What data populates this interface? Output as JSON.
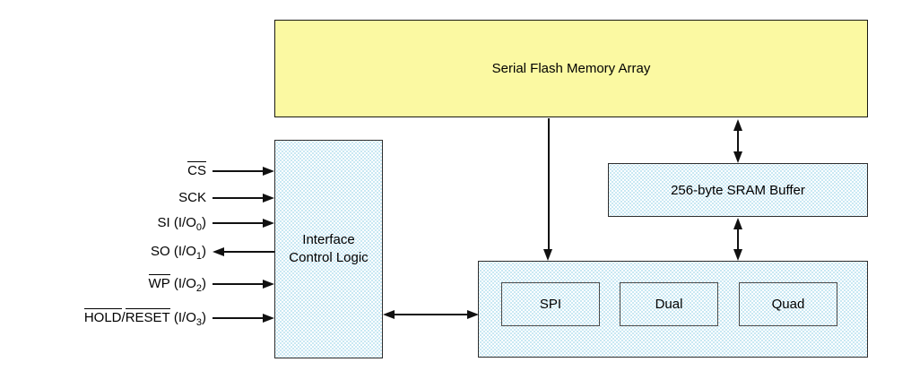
{
  "diagram": {
    "memory_box": {
      "label": "Serial Flash Memory Array"
    },
    "interface_box": {
      "line1": "Interface",
      "line2": "Control Logic"
    },
    "sram_box": {
      "label": "256-byte SRAM Buffer"
    },
    "io_box": {
      "modes": [
        "SPI",
        "Dual",
        "Quad"
      ]
    }
  },
  "signals": [
    {
      "direction": "input",
      "parts": [
        {
          "t": "CS",
          "ov": true
        }
      ]
    },
    {
      "direction": "input",
      "parts": [
        {
          "t": "SCK"
        }
      ]
    },
    {
      "direction": "input",
      "parts": [
        {
          "t": "SI (I/O"
        },
        {
          "t": "0",
          "sub": true
        },
        {
          "t": ")"
        }
      ]
    },
    {
      "direction": "output",
      "parts": [
        {
          "t": "SO (I/O"
        },
        {
          "t": "1",
          "sub": true
        },
        {
          "t": ")"
        }
      ]
    },
    {
      "direction": "input",
      "parts": [
        {
          "t": "WP",
          "ov": true
        },
        {
          "t": " (I/O"
        },
        {
          "t": "2",
          "sub": true
        },
        {
          "t": ")"
        }
      ]
    },
    {
      "direction": "input",
      "parts": [
        {
          "t": "HOLD",
          "ov": true
        },
        {
          "t": "/"
        },
        {
          "t": "RESET",
          "ov": true
        },
        {
          "t": " (I/O"
        },
        {
          "t": "3",
          "sub": true
        },
        {
          "t": ")"
        }
      ]
    }
  ],
  "colors": {
    "memory_fill": "#fbf9a2",
    "stipple_dot": "#c5e6f2",
    "stipple_base": "#fdfeff",
    "line": "#111111"
  }
}
